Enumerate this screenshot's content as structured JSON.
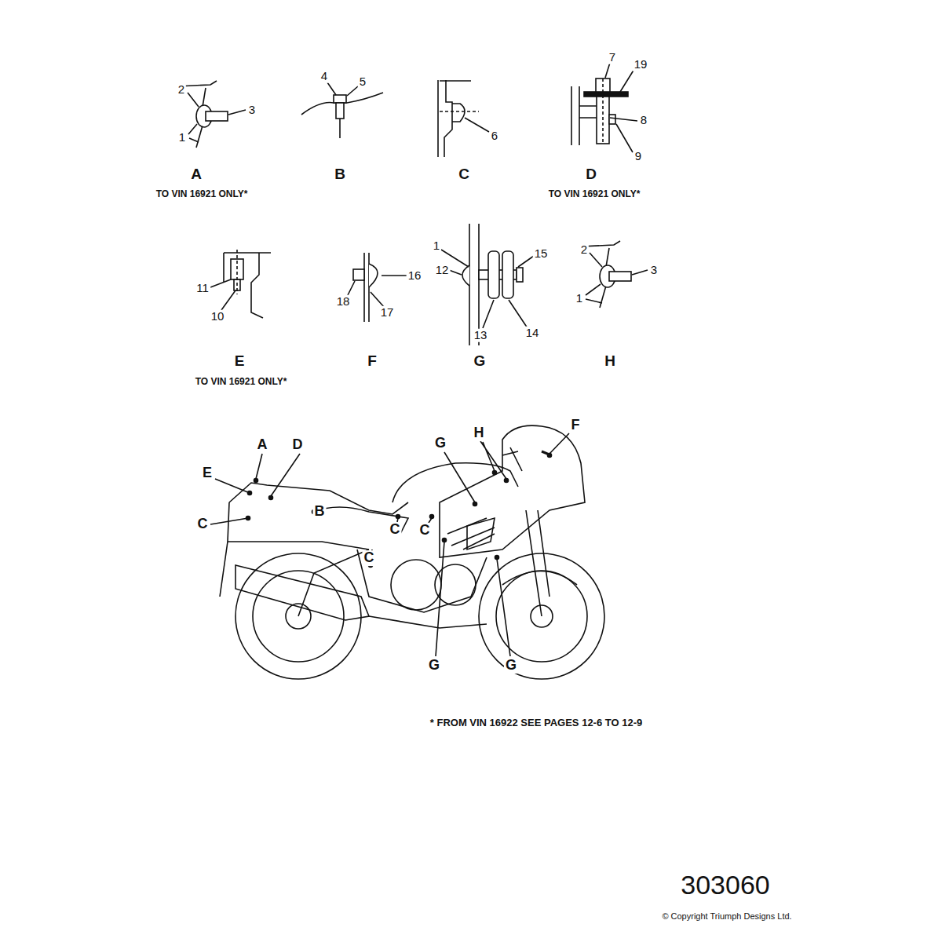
{
  "diagram": {
    "labels": [
      "2",
      "3",
      "1",
      "A",
      "TO VIN 16921 ONLY*",
      "4",
      "5",
      "B",
      "6",
      "C",
      "7",
      "19",
      "8",
      "9",
      "D",
      "TO VIN 16921 ONLY*",
      "11",
      "10",
      "E",
      "TO VIN 16921 ONLY*",
      "16",
      "18",
      "17",
      "F",
      "1",
      "12",
      "15",
      "13",
      "14",
      "G",
      "2",
      "3",
      "1",
      "H",
      "A",
      "D",
      "E",
      "C",
      "B",
      "G",
      "H",
      "F",
      "C",
      "C",
      "C",
      "G",
      "G",
      "* FROM VIN 16922 SEE PAGES 12-6 TO 12-9",
      "303060",
      "© Copyright Triumph Designs Ltd."
    ]
  }
}
